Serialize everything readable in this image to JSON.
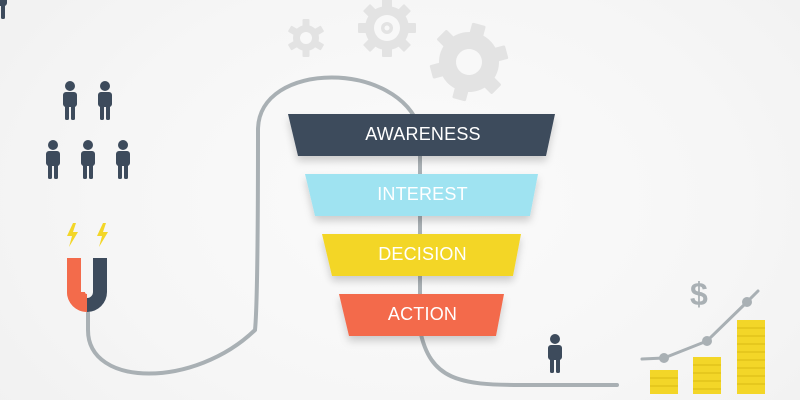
{
  "funnel": {
    "stages": [
      {
        "label": "AWARENESS",
        "color": "#3d4b5c"
      },
      {
        "label": "INTEREST",
        "color": "#9fe3f1"
      },
      {
        "label": "DECISION",
        "color": "#f3d628"
      },
      {
        "label": "ACTION",
        "color": "#f36b4b"
      }
    ]
  },
  "revenue": {
    "currency_symbol": "$"
  },
  "colors": {
    "path": "#a9b0b4",
    "person": "#3d4b5c",
    "gear": "#e3e3e3",
    "coin": "#f3d628",
    "bolt": "#f3d628",
    "magnet_red": "#f36b4b",
    "magnet_dark": "#3d4b5c"
  }
}
